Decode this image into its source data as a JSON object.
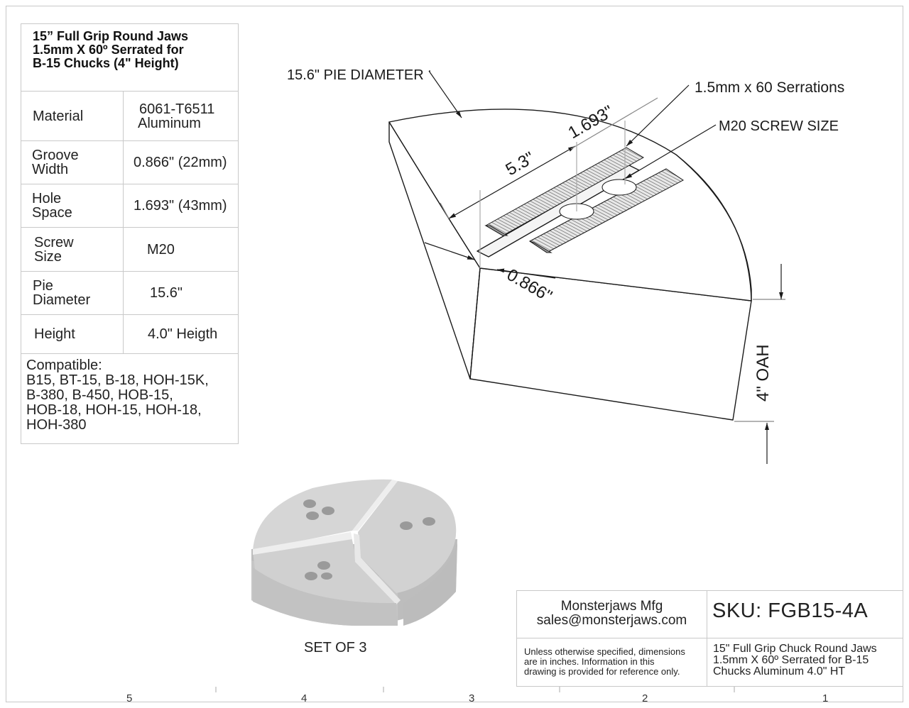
{
  "spec_table": {
    "title_lines": [
      "15” Full Grip Round Jaws",
      "1.5mm X 60º Serrated for",
      "B-15 Chucks (4\" Height)"
    ],
    "rows": [
      {
        "label": [
          "Material"
        ],
        "value": [
          "6061-T6511",
          "Aluminum"
        ]
      },
      {
        "label": [
          "Groove",
          "Width"
        ],
        "value": [
          "0.866\" (22mm)"
        ]
      },
      {
        "label": [
          "Hole",
          "Space"
        ],
        "value": [
          "1.693\" (43mm)"
        ]
      },
      {
        "label": [
          "Screw",
          "Size"
        ],
        "value": [
          "M20"
        ]
      },
      {
        "label": [
          "Pie",
          "Diameter"
        ],
        "value": [
          "15.6\""
        ]
      },
      {
        "label": [
          "Height"
        ],
        "value": [
          "4.0\" Heigth"
        ]
      }
    ],
    "compatible_lines": [
      "Compatible:",
      "B15, BT-15, B-18, HOH-15K,",
      "B-380, B-450, HOB-15,",
      "HOB-18, HOH-15, HOH-18,",
      "HOH-380"
    ]
  },
  "drawing": {
    "pie_diameter": "15.6\" PIE DIAMETER",
    "serrations": "1.5mm x 60 Serrations",
    "screw_size": "M20 SCREW SIZE",
    "dim_length": "5.3\"",
    "dim_hole": "1.693\"",
    "dim_groove": "0.866\"",
    "dim_height": "4\" OAH",
    "set_label": "SET OF 3"
  },
  "title_block": {
    "company": "Monsterjaws Mfg",
    "email": "sales@monsterjaws.com",
    "sku": "SKU:  FGB15-4A",
    "note_lines": [
      "Unless otherwise specified, dimensions",
      "are in inches.  Information in this",
      "drawing is provided for reference only."
    ],
    "desc_lines": [
      "15\" Full Grip Chuck Round Jaws",
      "1.5mm X 60º Serrated for B-15",
      "Chucks Aluminum 4.0\" HT"
    ]
  },
  "zones": [
    "5",
    "4",
    "3",
    "2",
    "1"
  ],
  "colors": {
    "border": "#c9c9c9",
    "line": "#1a1a1a",
    "part_fill": "#ffffff",
    "render_top": "#d6d6d6",
    "render_side": "#bdbdbd"
  }
}
